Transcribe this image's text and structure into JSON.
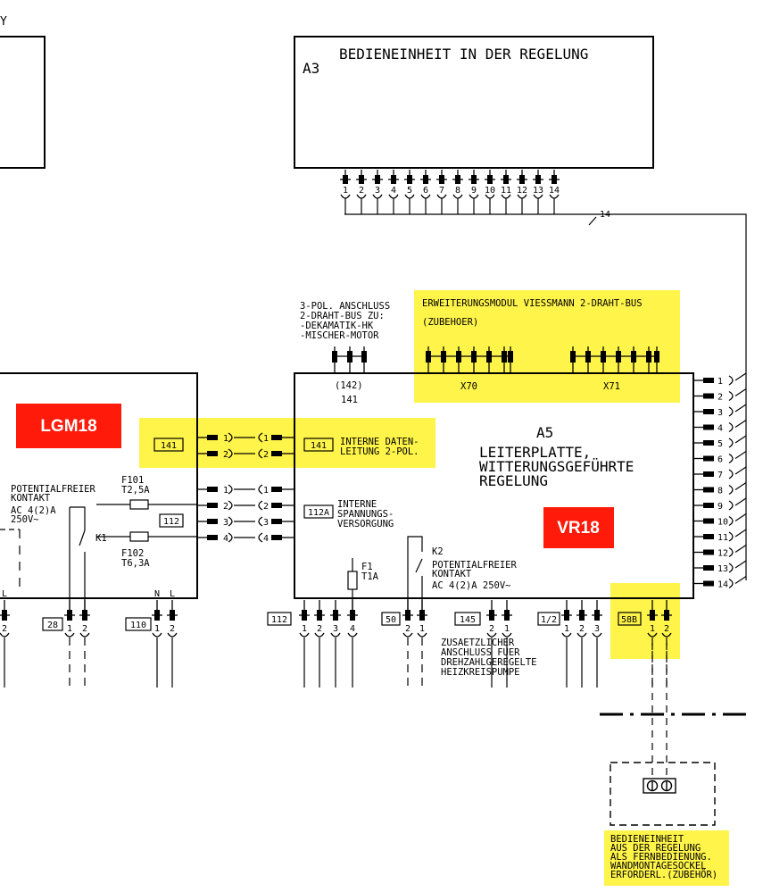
{
  "corner_letter": "Y",
  "a3": {
    "label": "A3",
    "title": "BEDIENEINHEIT IN DER REGELUNG",
    "pins": [
      "1",
      "2",
      "3",
      "4",
      "5",
      "6",
      "7",
      "8",
      "9",
      "10",
      "11",
      "12",
      "13",
      "14"
    ],
    "bus_count": "14"
  },
  "dreipol": {
    "lines": [
      "3-POL. ANSCHLUSS",
      "2-DRAHT-BUS ZU:",
      "-DEKAMATIK-HK",
      "-MISCHER-MOTOR"
    ],
    "connector_code": "(142)",
    "connector_code2": "141"
  },
  "erweiterung": {
    "title": "ERWEITERUNGSMODUL VIESSMANN 2-DRAHT-BUS",
    "subtitle": "(ZUBEHOER)",
    "x70": "X70",
    "x71": "X71"
  },
  "a5": {
    "label": "A5",
    "lines": [
      "LEITERPLATTE,",
      "WITTERUNGSGEFÜHRTE",
      "REGELUNG"
    ],
    "badge": "VR18",
    "badge_color": "#ff1a0a",
    "right_pins": [
      "1",
      "2",
      "3",
      "4",
      "5",
      "6",
      "7",
      "8",
      "9",
      "10",
      "11",
      "12",
      "13",
      "14"
    ]
  },
  "lgm": {
    "badge": "LGM18",
    "tag_141": "141",
    "tag_112": "112"
  },
  "interne_daten": {
    "tag": "141",
    "lines": [
      "INTERNE DATEN-",
      "LEITUNG 2-POL."
    ],
    "pins": [
      "1",
      "2"
    ]
  },
  "interne_spannung": {
    "tag": "112A",
    "lines": [
      "INTERNE",
      "SPANNUNGS-",
      "VERSORGUNG"
    ],
    "pins": [
      "1",
      "2",
      "3",
      "4"
    ]
  },
  "fuses": {
    "f101_name": "F101",
    "f101_value": "T2,5A",
    "f102_name": "F102",
    "f102_value": "T6,3A",
    "f1_name": "F1",
    "f1_value": "T1A"
  },
  "relays": {
    "k1": "K1",
    "k2": "K2"
  },
  "potential_left": {
    "lines": [
      "POTENTIALFREIER",
      "KONTAKT",
      "AC 4(2)A",
      "250V~"
    ]
  },
  "potential_k2": {
    "lines": [
      "POTENTIALFREIER",
      "KONTAKT",
      "AC 4(2)A 250V~"
    ]
  },
  "bottom_tags": {
    "t28": "28",
    "t110": "110",
    "t112": "112",
    "t50": "50",
    "t145": "145",
    "t12": "1/2",
    "t58b": "58B"
  },
  "bottom_pins": {
    "left2": [
      "2"
    ],
    "g28": [
      "1",
      "2"
    ],
    "g110": [
      "1",
      "2"
    ],
    "g110_top": [
      "N",
      "L"
    ],
    "left_top": [
      "L"
    ],
    "g112": [
      "1",
      "2",
      "3",
      "4"
    ],
    "g50": [
      "2",
      "1"
    ],
    "g145": [
      "2",
      "1"
    ],
    "g12": [
      "1",
      "2",
      "3"
    ],
    "g58b": [
      "1",
      "2"
    ]
  },
  "zusatz": {
    "lines": [
      "ZUSAETZLICHER",
      "ANSCHLUSS FUER",
      "DREHZAHLGEREGELTE",
      "HEIZKREISPUMPE"
    ]
  },
  "fernbedienung": {
    "lines": [
      "BEDIENEINHEIT",
      "AUS DER REGELUNG",
      "ALS FERNBEDIENUNG.",
      "WANDMONTAGESOCKEL",
      "ERFORDERL.(ZUBEHÖR)"
    ]
  },
  "highlight_color": "#fff44a"
}
